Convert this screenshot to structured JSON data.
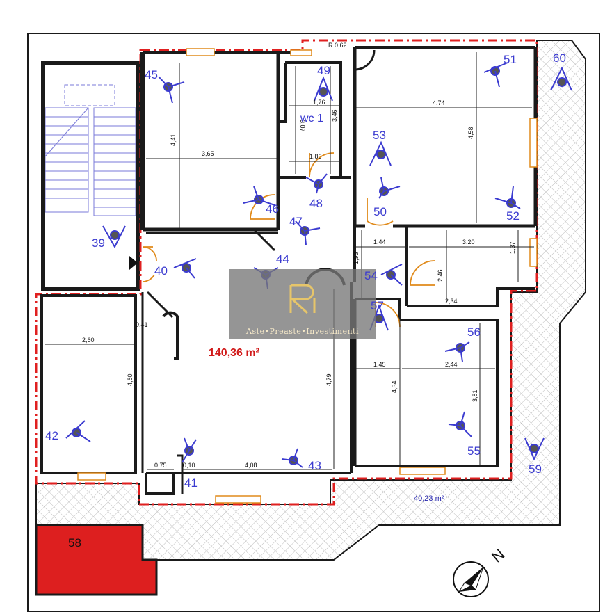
{
  "plan": {
    "total_area": "140,36 m²",
    "terrace_area": "40,23 m²",
    "wc_label": "wc 1",
    "north_label": "N",
    "radius_label": "R 0,62"
  },
  "watermark": {
    "tagline": "Aste•Preaste•Investimenti"
  },
  "dimensions": [
    {
      "id": "d-441",
      "text": "4,41"
    },
    {
      "id": "d-365",
      "text": "3,65"
    },
    {
      "id": "d-176",
      "text": "1,76"
    },
    {
      "id": "d-307",
      "text": "3,07"
    },
    {
      "id": "d-346",
      "text": "3,46"
    },
    {
      "id": "d-186",
      "text": "1,86"
    },
    {
      "id": "d-474",
      "text": "4,74"
    },
    {
      "id": "d-458",
      "text": "4,58"
    },
    {
      "id": "d-144",
      "text": "1,44"
    },
    {
      "id": "d-320",
      "text": "3,20"
    },
    {
      "id": "d-137",
      "text": "1,37"
    },
    {
      "id": "d-246",
      "text": "2,46"
    },
    {
      "id": "d-234",
      "text": "2,34"
    },
    {
      "id": "d-193",
      "text": "1,93"
    },
    {
      "id": "d-041",
      "text": "0,41"
    },
    {
      "id": "d-260",
      "text": "2,60"
    },
    {
      "id": "d-460",
      "text": "4,60"
    },
    {
      "id": "d-479",
      "text": "4,79"
    },
    {
      "id": "d-145",
      "text": "1,45"
    },
    {
      "id": "d-244",
      "text": "2,44"
    },
    {
      "id": "d-434",
      "text": "4,34"
    },
    {
      "id": "d-381",
      "text": "3,81"
    },
    {
      "id": "d-075",
      "text": "0,75"
    },
    {
      "id": "d-010",
      "text": "0,10"
    },
    {
      "id": "d-408",
      "text": "4,08"
    }
  ],
  "viewpoints": [
    {
      "n": "39"
    },
    {
      "n": "40"
    },
    {
      "n": "41"
    },
    {
      "n": "42"
    },
    {
      "n": "43"
    },
    {
      "n": "44"
    },
    {
      "n": "45"
    },
    {
      "n": "46"
    },
    {
      "n": "47"
    },
    {
      "n": "48"
    },
    {
      "n": "49"
    },
    {
      "n": "50"
    },
    {
      "n": "51"
    },
    {
      "n": "52"
    },
    {
      "n": "53"
    },
    {
      "n": "54"
    },
    {
      "n": "55"
    },
    {
      "n": "56"
    },
    {
      "n": "57"
    },
    {
      "n": "58"
    },
    {
      "n": "59"
    },
    {
      "n": "60"
    }
  ],
  "colors": {
    "wall": "#1a1a1a",
    "boundary": "#e02020",
    "viewpoint": "#3b3bd0",
    "door": "#e08a1a",
    "window": "#e8a060",
    "storage": "#dd1f1f",
    "hatch": "#b8b8b8"
  }
}
